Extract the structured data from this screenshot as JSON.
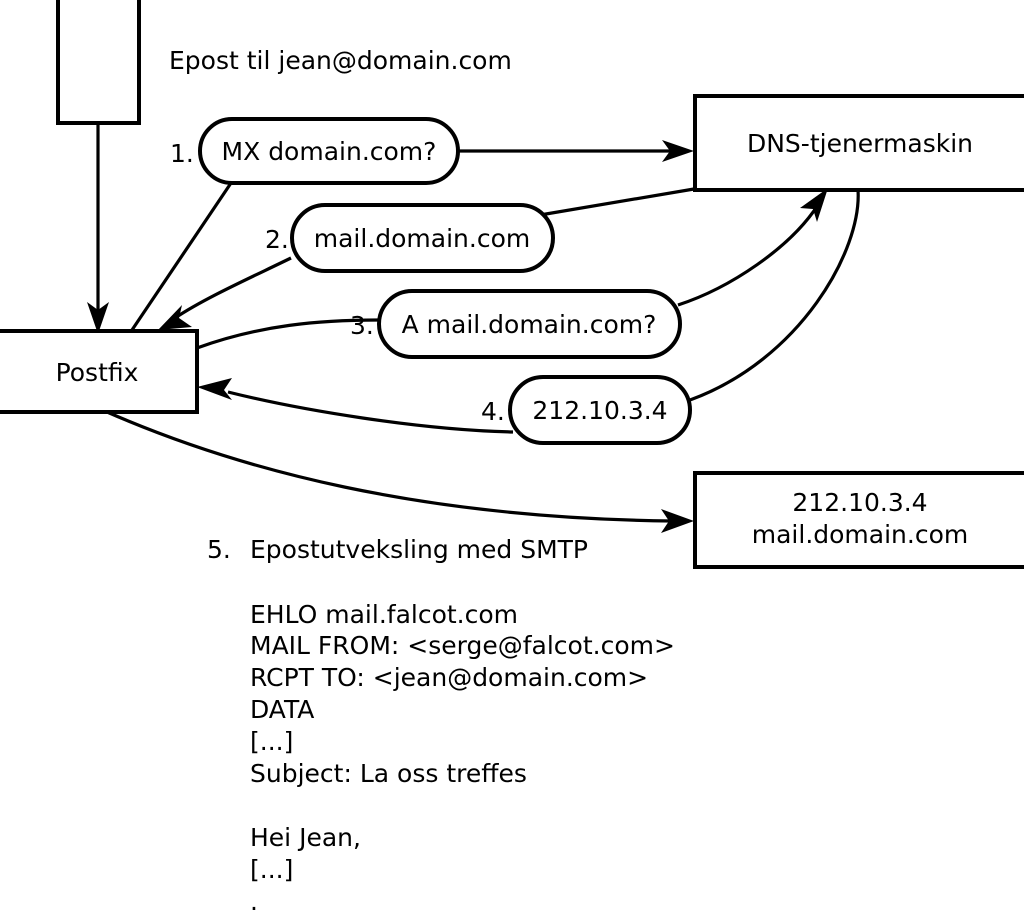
{
  "diagram": {
    "title_caption": "Epost til jean@domain.com",
    "nodes": {
      "client_box": {
        "label": ""
      },
      "postfix_box": {
        "label": "Postfix"
      },
      "dns_box": {
        "label": "DNS-tjenermaskin"
      },
      "mailserver_box": {
        "line1": "212.10.3.4",
        "line2": "mail.domain.com"
      }
    },
    "steps": [
      {
        "number": "1.",
        "label": "MX domain.com?"
      },
      {
        "number": "2.",
        "label": "mail.domain.com"
      },
      {
        "number": "3.",
        "label": "A mail.domain.com?"
      },
      {
        "number": "4.",
        "label": "212.10.3.4"
      }
    ],
    "step5": {
      "number": "5.",
      "label": "Epostutveksling med SMTP"
    },
    "smtp_transcript": [
      "EHLO mail.falcot.com",
      "MAIL FROM: <serge@falcot.com>",
      "RCPT TO: <jean@domain.com>",
      "DATA",
      "[...]",
      "Subject: La oss treffes",
      "",
      "Hei Jean,",
      "[...]",
      "."
    ],
    "colors": {
      "stroke": "#000000",
      "fill": "#ffffff",
      "text": "#000000"
    }
  }
}
